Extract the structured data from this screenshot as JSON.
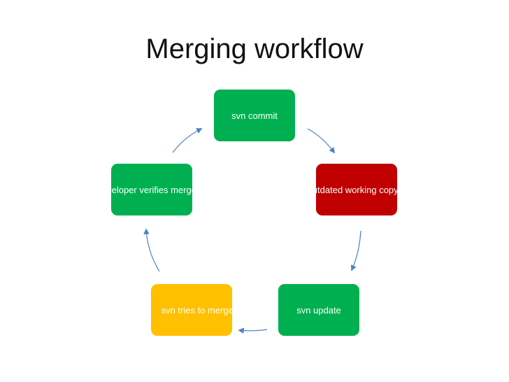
{
  "slide": {
    "title": "Merging workflow"
  },
  "diagram": {
    "nodes": [
      {
        "id": "commit",
        "label": "svn commit",
        "color": "#00b050"
      },
      {
        "id": "rejected",
        "label": "svn commit (outdated working copy)",
        "color": "#c00000"
      },
      {
        "id": "update",
        "label": "svn update",
        "color": "#00b050"
      },
      {
        "id": "merge",
        "label": "svn tries to merge",
        "color": "#ffc000"
      },
      {
        "id": "verify",
        "label": "Developer verifies merge",
        "color": "#00b050"
      }
    ],
    "arrow_color": "#4f81bd"
  }
}
